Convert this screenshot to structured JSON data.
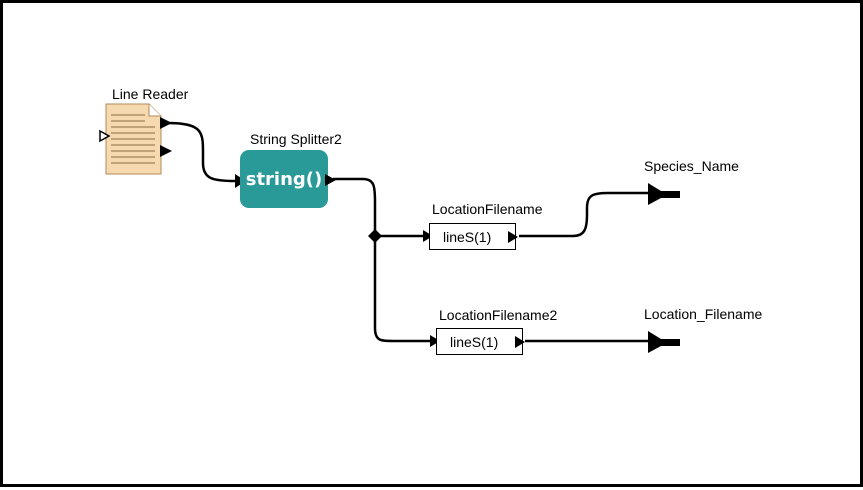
{
  "nodes": {
    "line_reader": {
      "label": "Line Reader",
      "color": "#f7d9b0"
    },
    "string_splitter": {
      "label": "String Splitter2",
      "body": "string()",
      "color": "#2a9a99"
    },
    "location_filename": {
      "label": "LocationFilename",
      "body": "lineS(1)"
    },
    "location_filename2": {
      "label": "LocationFilename2",
      "body": "lineS(1)"
    }
  },
  "outputs": {
    "species_name": {
      "label": "Species_Name"
    },
    "location_filename": {
      "label": "Location_Filename"
    }
  }
}
